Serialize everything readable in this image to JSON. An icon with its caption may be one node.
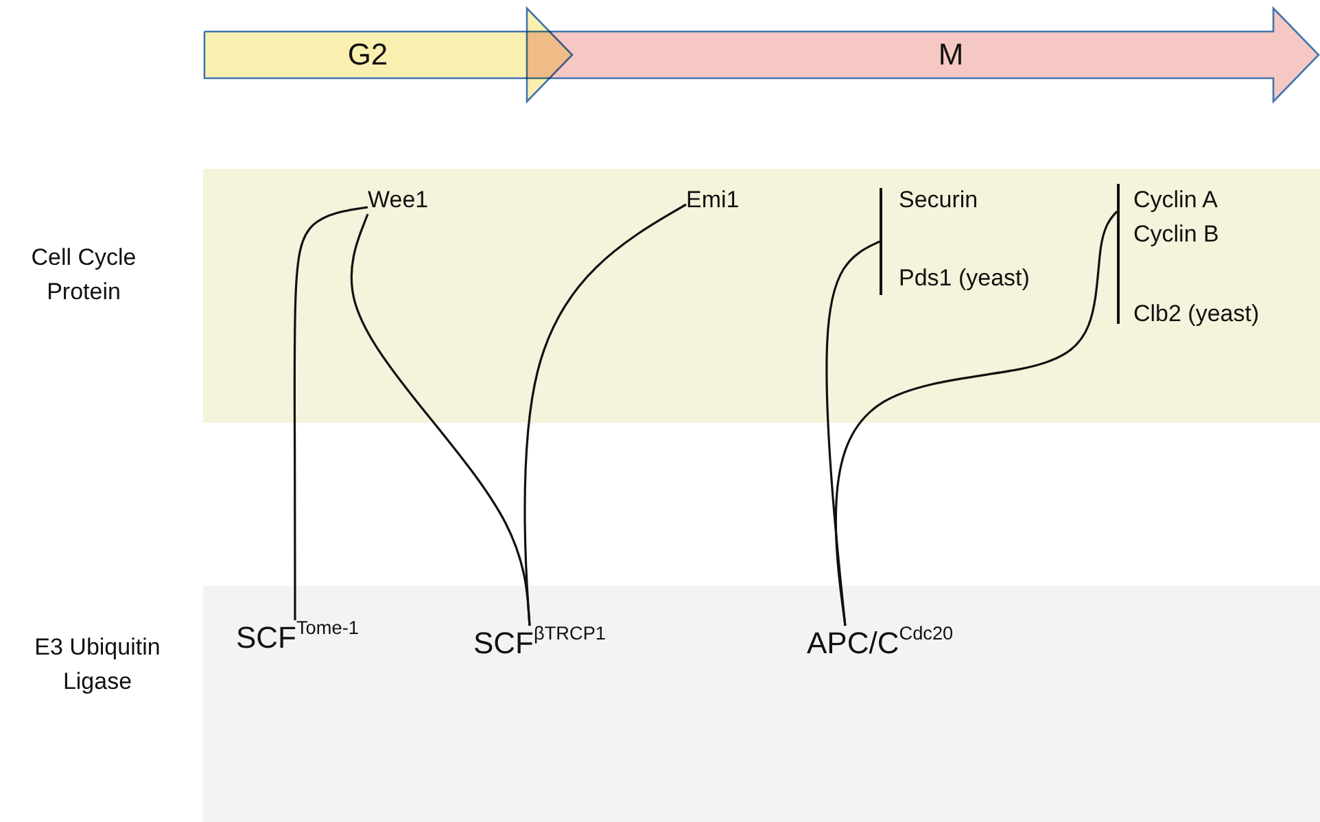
{
  "diagram": {
    "nodes": [
      {
        "text": [
          "G2"
        ]
      },
      {
        "text": [
          "M"
        ]
      },
      {
        "text": [
          "Cell Cycle Protein"
        ]
      },
      {
        "text": [
          "Wee1"
        ],
        "in": 2
      },
      {
        "text": [
          "Emi1"
        ],
        "in": 2
      },
      {
        "text": [],
        "shape": "bar",
        "in": 2
      },
      {
        "text": [
          "Securin"
        ],
        "in": 2
      },
      {
        "text": [
          "Pds1 (yeast)"
        ],
        "in": 2
      },
      {
        "text": [],
        "shape": "bar",
        "in": 2
      },
      {
        "text": [
          "Cyclin A"
        ],
        "in": 2
      },
      {
        "text": [
          "Cyclin B"
        ],
        "in": 2
      },
      {
        "text": [
          "Clb2 (yeast)"
        ],
        "in": 2
      },
      {
        "text": [
          "E3 Ubiquitin Ligase"
        ]
      },
      {
        "text": [
          "SCF$^{Tome-1}$"
        ],
        "in": 12
      },
      {
        "text": [
          "SCF$^{βTRCP1}$"
        ],
        "in": 12
      },
      {
        "text": [
          "APC/C$^{Cdc20}$"
        ],
        "in": 12
      }
    ],
    "edges": [
      {
        "from": 13,
        "to": 3,
        "arrow": "none"
      },
      {
        "from": 14,
        "to": 3,
        "arrow": "none"
      },
      {
        "from": 14,
        "to": 4,
        "arrow": "none"
      },
      {
        "from": 15,
        "to": 5,
        "arrow": "none"
      },
      {
        "from": 15,
        "to": 8,
        "arrow": "none"
      }
    ]
  }
}
